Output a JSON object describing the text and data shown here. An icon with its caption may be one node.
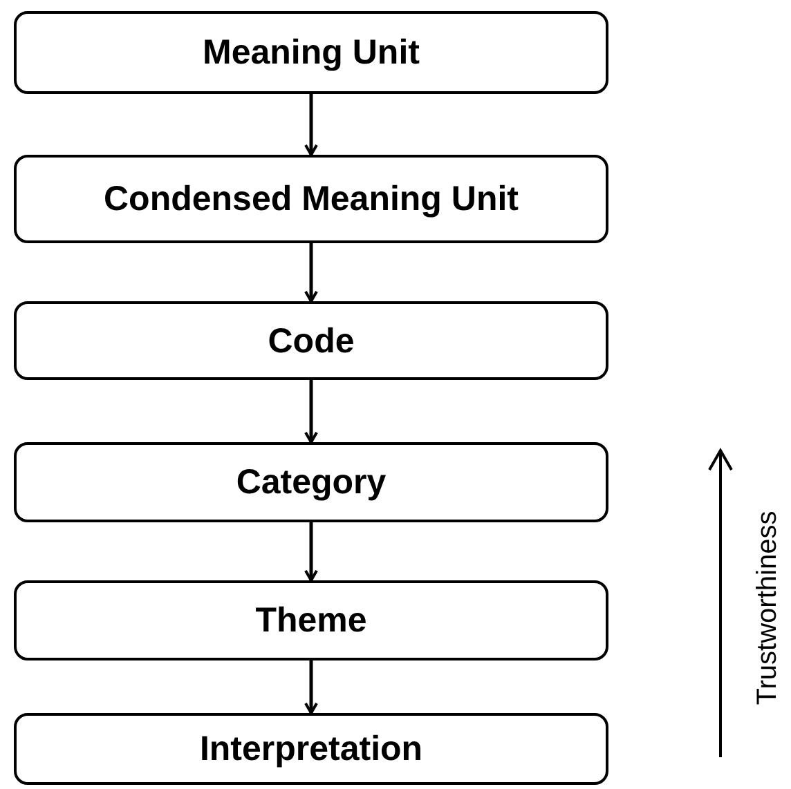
{
  "diagram": {
    "nodes": [
      {
        "text": [
          "Meaning Unit"
        ]
      },
      {
        "text": [
          "Condensed Meaning Unit"
        ]
      },
      {
        "text": [
          "Code"
        ]
      },
      {
        "text": [
          "Category"
        ]
      },
      {
        "text": [
          "Theme"
        ]
      },
      {
        "text": [
          "Interpretation"
        ]
      }
    ],
    "edges": [
      {
        "from": 0,
        "to": 1,
        "arrow": "to"
      },
      {
        "from": 1,
        "to": 2,
        "arrow": "to"
      },
      {
        "from": 2,
        "to": 3,
        "arrow": "to"
      },
      {
        "from": 3,
        "to": 4,
        "arrow": "to"
      },
      {
        "from": 4,
        "to": 5,
        "arrow": "to"
      }
    ],
    "labels": [
      "Trustworthiness"
    ]
  }
}
